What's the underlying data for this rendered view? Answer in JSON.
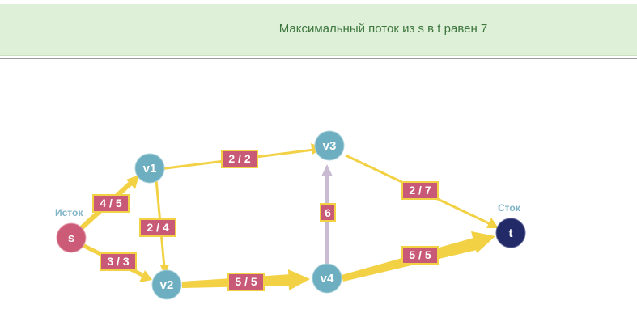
{
  "banner": {
    "message": "Максимальный поток из s в t равен 7"
  },
  "graph": {
    "source_label": "Исток",
    "sink_label": "Сток",
    "colors": {
      "edge": "#f2d145",
      "residual_edge": "#c9bcd2",
      "label_bg": "#c95a77",
      "label_border": "#f2d145",
      "node_default": "#6dafc0",
      "node_source": "#cc5b78",
      "node_sink": "#232a68",
      "side_text": "#7fb3c6"
    },
    "nodes": [
      {
        "id": "s",
        "label": "s"
      },
      {
        "id": "v1",
        "label": "v1"
      },
      {
        "id": "v2",
        "label": "v2"
      },
      {
        "id": "v3",
        "label": "v3"
      },
      {
        "id": "v4",
        "label": "v4"
      },
      {
        "id": "t",
        "label": "t"
      }
    ],
    "edges": [
      {
        "from": "s",
        "to": "v1",
        "label": "4 / 5"
      },
      {
        "from": "s",
        "to": "v2",
        "label": "3 / 3"
      },
      {
        "from": "v1",
        "to": "v3",
        "label": "2 / 2"
      },
      {
        "from": "v1",
        "to": "v2",
        "label": "2 / 4"
      },
      {
        "from": "v2",
        "to": "v4",
        "label": "5 / 5"
      },
      {
        "from": "v4",
        "to": "v3",
        "label": "6"
      },
      {
        "from": "v3",
        "to": "t",
        "label": "2 / 7"
      },
      {
        "from": "v4",
        "to": "t",
        "label": "5 / 5"
      }
    ]
  }
}
